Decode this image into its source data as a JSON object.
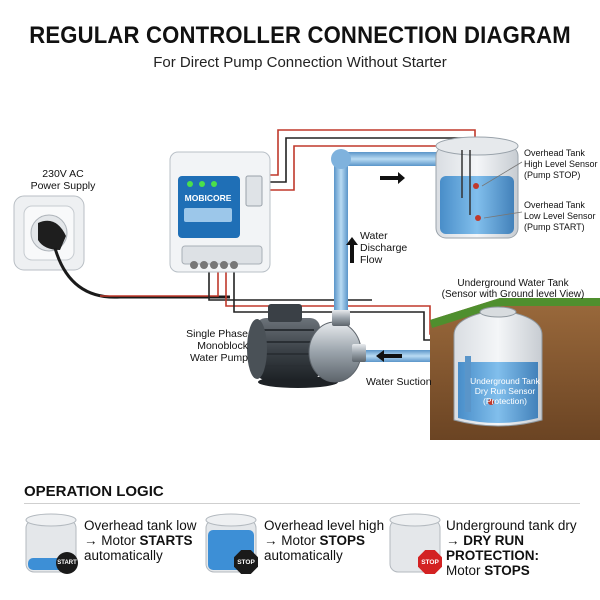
{
  "title": "REGULAR CONTROLLER CONNECTION DIAGRAM",
  "subtitle": "For Direct Pump Connection Without Starter",
  "labels": {
    "power_supply": [
      "230V AC",
      "Power Supply"
    ],
    "controller_brand": "MOBICORE",
    "pump": [
      "Single Phase",
      "Monoblock",
      "Water Pump"
    ],
    "discharge": [
      "Water",
      "Discharge",
      "Flow"
    ],
    "suction": "Water Suction",
    "overhead_high": [
      "Overhead Tank",
      "High Level Sensor",
      "(Pump STOP)"
    ],
    "overhead_low": [
      "Overhead Tank",
      "Low Level Sensor",
      "(Pump START)"
    ],
    "underground_title": "Underground Water Tank",
    "underground_sub": "(Sensor with Ground level View)",
    "underground_sensor": [
      "Underground Tank",
      "Dry Run Sensor",
      "(Protection)"
    ]
  },
  "operation_logic": {
    "heading": "OPERATION LOGIC",
    "items": [
      {
        "line1": "Overhead tank low",
        "line2_prefix": "→ Motor ",
        "line2_bold": "STARTS",
        "line3": "automatically",
        "badge": "START",
        "badge_color": "#1a1a1a",
        "water_level": 0.25
      },
      {
        "line1": "Overhead level high",
        "line2_prefix": "→ Motor ",
        "line2_bold": "STOPS",
        "line3": "automatically",
        "badge": "STOP",
        "badge_color": "#1a1a1a",
        "water_level": 0.8
      },
      {
        "line1": "Underground tank dry",
        "line2_prefix": "→ ",
        "line2_bold": "DRY RUN PROTECTION:",
        "line3_prefix": "Motor ",
        "line3_bold": "STOPS",
        "badge": "STOP",
        "badge_color": "#d32222",
        "water_level": 0.0
      }
    ]
  },
  "colors": {
    "wire_red": "#c0392b",
    "wire_black": "#222222",
    "pipe": "#6fa8d8",
    "water": "#3d8fd6",
    "soil": "#8a5a32",
    "grass": "#4f8f2e"
  }
}
